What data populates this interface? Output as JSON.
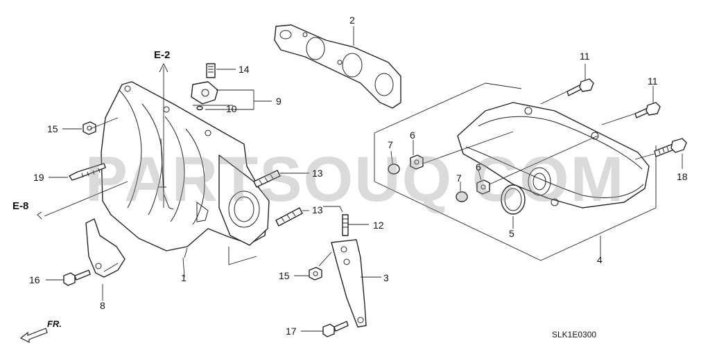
{
  "diagram": {
    "watermark": "PARTSOUQ.COM",
    "drawing_code": "SLK1E0300",
    "front_marker": "FR.",
    "references": [
      {
        "id": "e2",
        "text": "E-2"
      },
      {
        "id": "e8",
        "text": "E-8"
      }
    ],
    "callouts": [
      {
        "id": "c1",
        "number": "1"
      },
      {
        "id": "c2",
        "number": "2"
      },
      {
        "id": "c3",
        "number": "3"
      },
      {
        "id": "c4",
        "number": "4"
      },
      {
        "id": "c5",
        "number": "5"
      },
      {
        "id": "c6a",
        "number": "6"
      },
      {
        "id": "c6b",
        "number": "6"
      },
      {
        "id": "c7a",
        "number": "7"
      },
      {
        "id": "c7b",
        "number": "7"
      },
      {
        "id": "c8",
        "number": "8"
      },
      {
        "id": "c9",
        "number": "9"
      },
      {
        "id": "c10",
        "number": "10"
      },
      {
        "id": "c11a",
        "number": "11"
      },
      {
        "id": "c11b",
        "number": "11"
      },
      {
        "id": "c12",
        "number": "12"
      },
      {
        "id": "c13a",
        "number": "13"
      },
      {
        "id": "c13b",
        "number": "13"
      },
      {
        "id": "c14",
        "number": "14"
      },
      {
        "id": "c15a",
        "number": "15"
      },
      {
        "id": "c15b",
        "number": "15"
      },
      {
        "id": "c16",
        "number": "16"
      },
      {
        "id": "c17",
        "number": "17"
      },
      {
        "id": "c18",
        "number": "18"
      },
      {
        "id": "c19",
        "number": "19"
      }
    ]
  }
}
